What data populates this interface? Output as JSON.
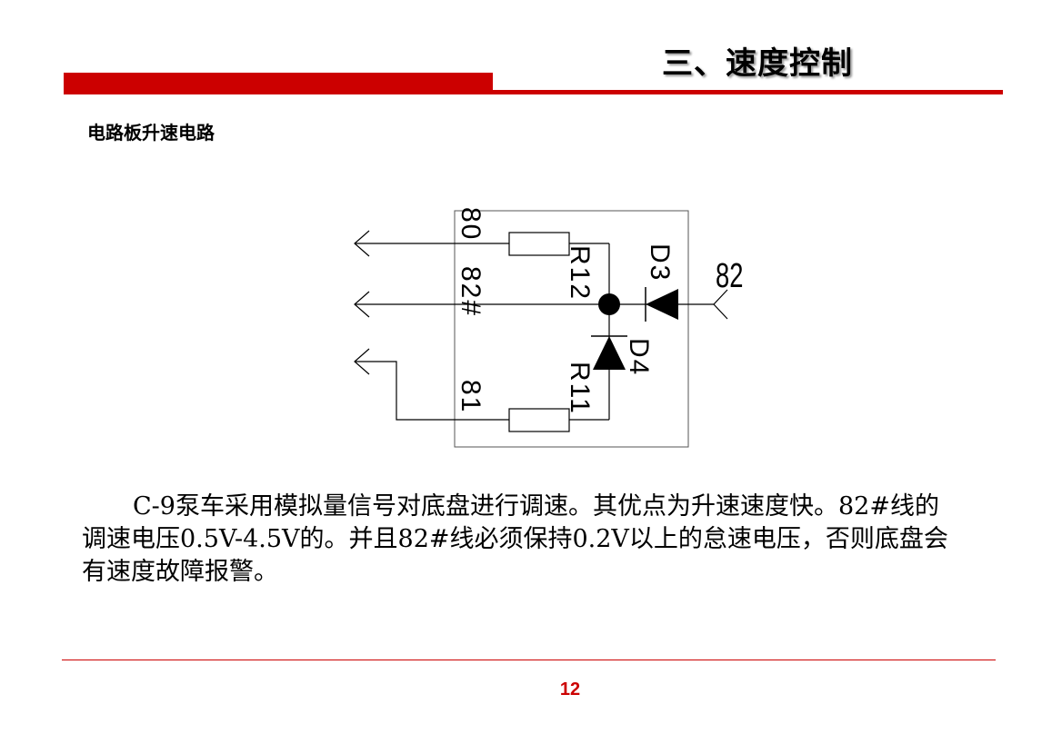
{
  "slide": {
    "title": "三、速度控制",
    "subtitle": "电路板升速电路",
    "paragraph": "C-9泵车采用模拟量信号对底盘进行调速。其优点为升速速度快。82#线的调速电压0.5V-4.5V的。并且82#线必须保持0.2V以上的怠速电压，否则底盘会有速度故障报警。",
    "page_number": "12"
  },
  "circuit": {
    "labels": {
      "wire_80": "80",
      "wire_82h": "82#",
      "wire_81": "81",
      "r12": "R12",
      "r11": "R11",
      "d3": "D3",
      "d4": "D4",
      "input_82": "82"
    }
  },
  "colors": {
    "accent": "#cc0000",
    "text": "#000000"
  }
}
